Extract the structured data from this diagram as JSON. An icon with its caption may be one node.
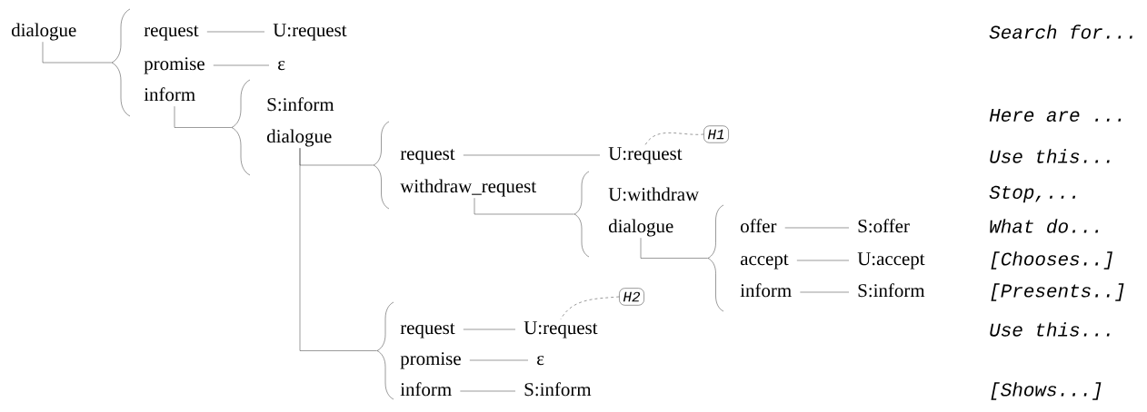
{
  "diagram": {
    "nodes": [
      {
        "text": [
          "dialogue"
        ]
      },
      {
        "text": [],
        "shape": "brace"
      },
      {
        "text": [
          "request"
        ]
      },
      {
        "text": [
          "U:request"
        ]
      },
      {
        "text": [
          "promise"
        ]
      },
      {
        "text": [
          "ε"
        ]
      },
      {
        "text": [
          "inform"
        ]
      },
      {
        "text": [],
        "shape": "brace"
      },
      {
        "text": [
          "S:inform"
        ]
      },
      {
        "text": [
          "dialogue"
        ]
      },
      {
        "text": [],
        "shape": "brace"
      },
      {
        "text": [
          "request"
        ]
      },
      {
        "text": [
          "U:request"
        ]
      },
      {
        "text": [
          "H1"
        ]
      },
      {
        "text": [
          "withdraw_request"
        ]
      },
      {
        "text": [],
        "shape": "brace"
      },
      {
        "text": [
          "U:withdraw"
        ]
      },
      {
        "text": [
          "dialogue"
        ]
      },
      {
        "text": [],
        "shape": "brace"
      },
      {
        "text": [
          "offer"
        ]
      },
      {
        "text": [
          "S:offer"
        ]
      },
      {
        "text": [
          "accept"
        ]
      },
      {
        "text": [
          "U:accept"
        ]
      },
      {
        "text": [
          "inform"
        ]
      },
      {
        "text": [
          "S:inform"
        ]
      },
      {
        "text": [
          "H2"
        ]
      },
      {
        "text": [],
        "shape": "brace"
      },
      {
        "text": [
          "request"
        ]
      },
      {
        "text": [
          "U:request"
        ]
      },
      {
        "text": [
          "promise"
        ]
      },
      {
        "text": [
          "ε"
        ]
      },
      {
        "text": [
          "inform"
        ]
      },
      {
        "text": [
          "S:inform"
        ]
      }
    ],
    "edges": [
      {
        "from": 0,
        "to": 1,
        "arrow": "none"
      },
      {
        "from": 2,
        "to": 3,
        "arrow": "none"
      },
      {
        "from": 4,
        "to": 5,
        "arrow": "none"
      },
      {
        "from": 6,
        "to": 7,
        "arrow": "none"
      },
      {
        "from": 9,
        "to": 10,
        "arrow": "none"
      },
      {
        "from": 9,
        "to": 26,
        "arrow": "none"
      },
      {
        "from": 11,
        "to": 12,
        "arrow": "none"
      },
      {
        "from": 13,
        "to": 12,
        "arrow": "none",
        "style": "dashed"
      },
      {
        "from": 14,
        "to": 15,
        "arrow": "none"
      },
      {
        "from": 17,
        "to": 18,
        "arrow": "none"
      },
      {
        "from": 19,
        "to": 20,
        "arrow": "none"
      },
      {
        "from": 21,
        "to": 22,
        "arrow": "none"
      },
      {
        "from": 23,
        "to": 24,
        "arrow": "none"
      },
      {
        "from": 25,
        "to": 28,
        "arrow": "none",
        "style": "dashed"
      },
      {
        "from": 27,
        "to": 28,
        "arrow": "none"
      },
      {
        "from": 29,
        "to": 30,
        "arrow": "none"
      },
      {
        "from": 31,
        "to": 32,
        "arrow": "none"
      }
    ],
    "labels": [
      "Search for...",
      "Here are ...",
      "Use this...",
      "Stop,...",
      "What do...",
      "[Chooses..]",
      "[Presents..]",
      "Use this...",
      "[Shows...]"
    ]
  }
}
